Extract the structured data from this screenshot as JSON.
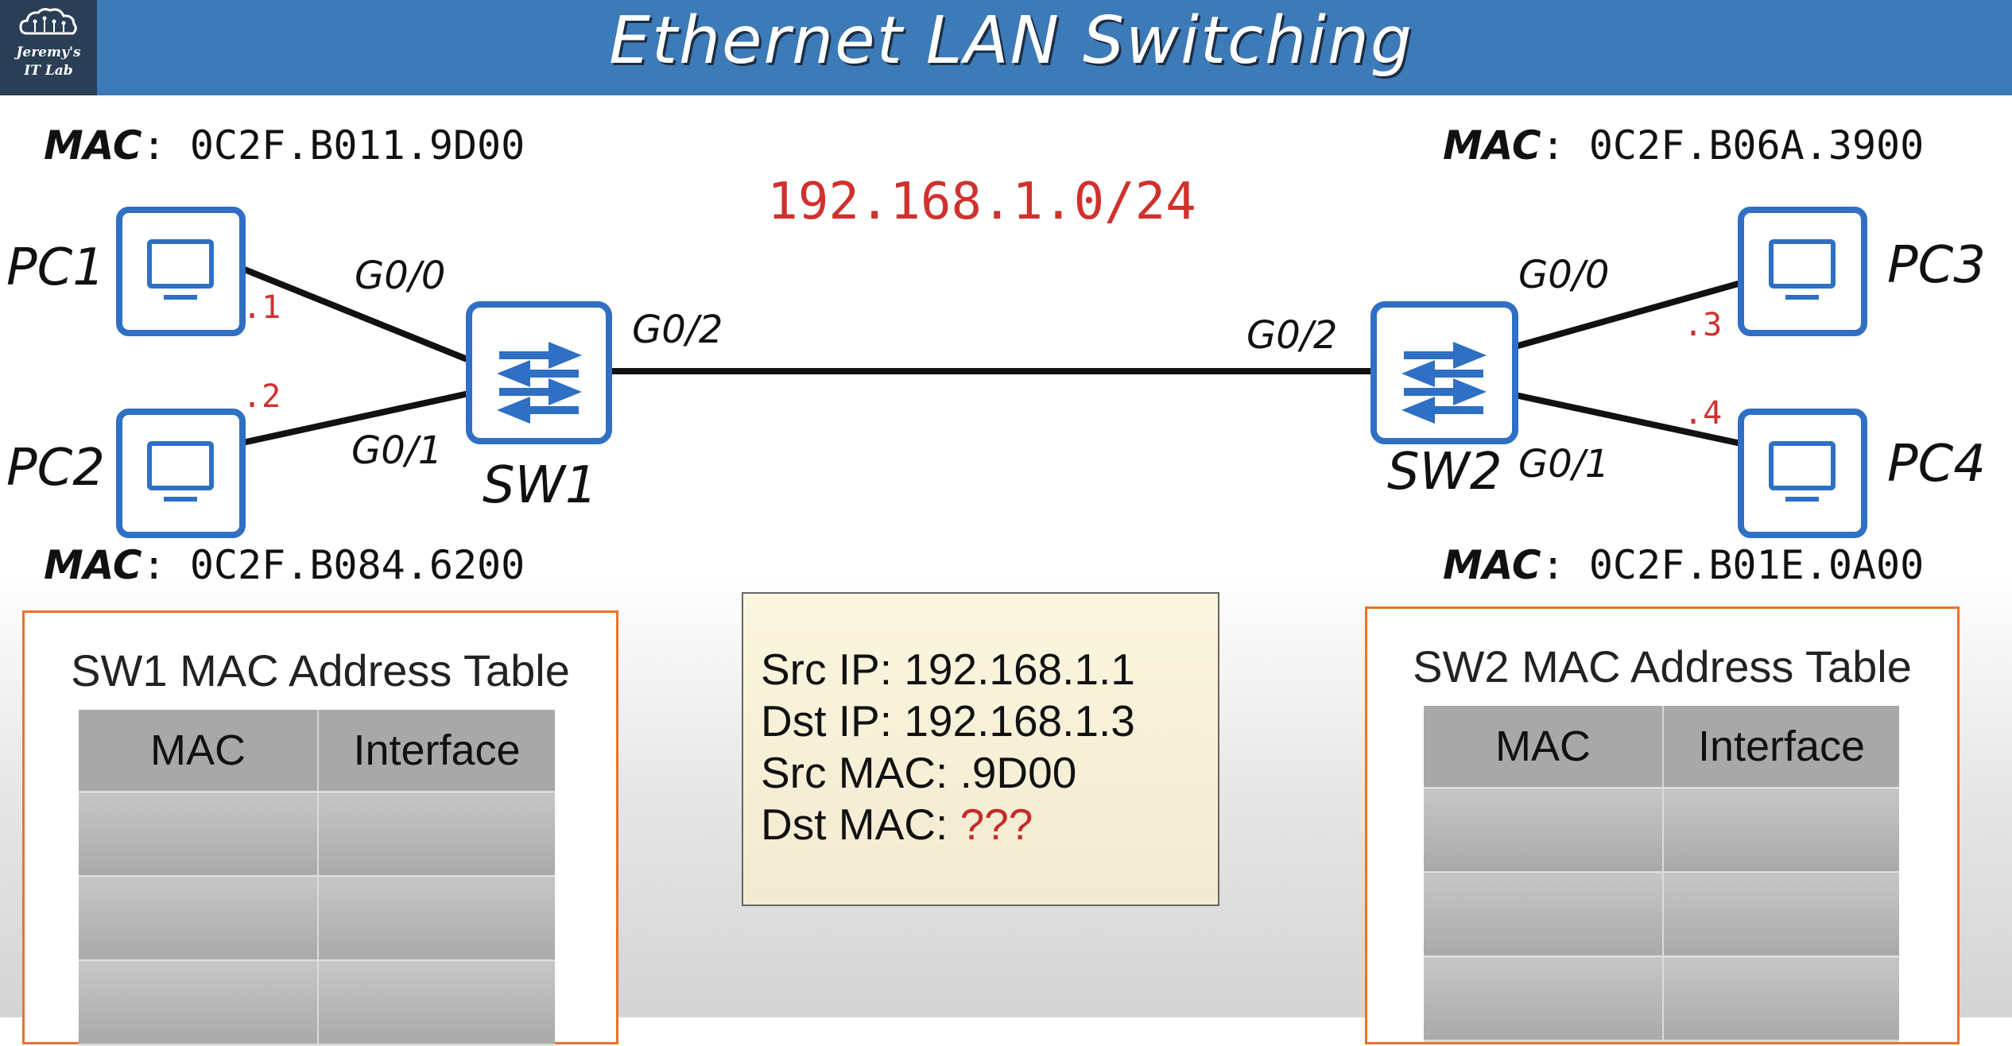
{
  "header": {
    "title": "Ethernet LAN Switching",
    "logo_text_line1": "Jeremy's",
    "logo_text_line2": "IT Lab",
    "logo_icon": "cloud-circuit-icon"
  },
  "subnet": "192.168.1.0/24",
  "colors": {
    "header_bg": "#3d7ab8",
    "device_blue": "#2f6fc4",
    "accent_red": "#d0312d",
    "table_border": "#e8742a"
  },
  "pcs": {
    "pc1": {
      "label": "PC1",
      "mac_key": "MAC",
      "mac_value": ": 0C2F.B011.9D00",
      "host": ".1",
      "icon": "monitor-icon"
    },
    "pc2": {
      "label": "PC2",
      "mac_key": "MAC",
      "mac_value": ": 0C2F.B084.6200",
      "host": ".2",
      "icon": "monitor-icon"
    },
    "pc3": {
      "label": "PC3",
      "mac_key": "MAC",
      "mac_value": ": 0C2F.B06A.3900",
      "host": ".3",
      "icon": "monitor-icon"
    },
    "pc4": {
      "label": "PC4",
      "mac_key": "MAC",
      "mac_value": ": 0C2F.B01E.0A00",
      "host": ".4",
      "icon": "monitor-icon"
    }
  },
  "switches": {
    "sw1": {
      "label": "SW1",
      "icon": "switch-arrows-icon",
      "ports": {
        "g00": "G0/0",
        "g01": "G0/1",
        "g02": "G0/2"
      }
    },
    "sw2": {
      "label": "SW2",
      "icon": "switch-arrows-icon",
      "ports": {
        "g00": "G0/0",
        "g01": "G0/1",
        "g02": "G0/2"
      }
    }
  },
  "packet": {
    "src_ip_label": "Src IP: ",
    "src_ip": "192.168.1.1",
    "dst_ip_label": "Dst IP: ",
    "dst_ip": "192.168.1.3",
    "src_mac_label": "Src MAC: ",
    "src_mac": ".9D00",
    "dst_mac_label": "Dst MAC: ",
    "dst_mac": "???"
  },
  "sw1_table": {
    "title": "SW1 MAC Address Table",
    "columns": [
      "MAC",
      "Interface"
    ],
    "rows": [
      [
        "",
        ""
      ],
      [
        "",
        ""
      ],
      [
        "",
        ""
      ]
    ]
  },
  "sw2_table": {
    "title": "SW2 MAC Address Table",
    "columns": [
      "MAC",
      "Interface"
    ],
    "rows": [
      [
        "",
        ""
      ],
      [
        "",
        ""
      ],
      [
        "",
        ""
      ]
    ]
  }
}
